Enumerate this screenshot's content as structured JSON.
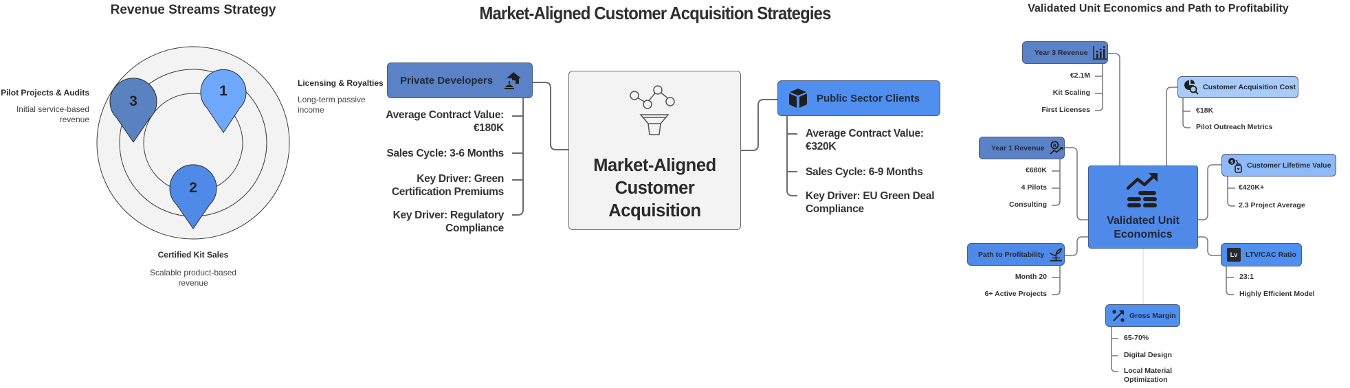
{
  "revenue_streams": {
    "title": "Revenue Streams Strategy",
    "pins": [
      {
        "number": "1",
        "label": "Licensing & Royalties",
        "description": "Long-term passive income",
        "desc_lines": [
          "Long-term passive",
          "income"
        ],
        "color": "#6fa8ff"
      },
      {
        "number": "2",
        "label": "Certified Kit Sales",
        "description": "Scalable product-based revenue",
        "desc_lines": [
          "Scalable product-based",
          "revenue"
        ],
        "color": "#4f8ae8"
      },
      {
        "number": "3",
        "label": "Pilot Projects & Audits",
        "description": "Initial service-based revenue",
        "desc_lines": [
          "Initial service-based",
          "revenue"
        ],
        "color": "#5b82c0"
      }
    ]
  },
  "acquisition": {
    "title": "Market-Aligned Customer Acquisition Strategies",
    "center": {
      "lines": [
        "Market-Aligned",
        "Customer",
        "Acquisition"
      ],
      "icon": "funnel-network-icon",
      "color": "#f3f3f3"
    },
    "private": {
      "label": "Private Developers",
      "icon": "house-construction-icon",
      "color": "#5b82c6",
      "items": [
        {
          "lines": [
            "Average Contract Value:",
            "€180K"
          ]
        },
        {
          "lines": [
            "Sales Cycle: 3-6 Months"
          ]
        },
        {
          "lines": [
            "Key Driver: Green",
            "Certification Premiums"
          ]
        },
        {
          "lines": [
            "Key Driver: Regulatory",
            "Compliance"
          ]
        }
      ]
    },
    "public": {
      "label": "Public Sector Clients",
      "icon": "cube-icon",
      "color": "#4f8ff0",
      "items": [
        {
          "lines": [
            "Average Contract Value:",
            "€320K"
          ]
        },
        {
          "lines": [
            "Sales Cycle: 6-9 Months"
          ]
        },
        {
          "lines": [
            "Key Driver: EU Green Deal",
            "Compliance"
          ]
        }
      ]
    }
  },
  "unit_economics": {
    "title": "Validated Unit Economics and Path to Profitability",
    "center": {
      "lines": [
        "Validated Unit",
        "Economics"
      ],
      "icon": "trend-up-coins-icon",
      "color": "#4f8ae8"
    },
    "nodes": {
      "year3": {
        "label": "Year 3 Revenue",
        "icon": "bar-chart-icon",
        "color": "#5b82c6",
        "items": [
          "€2.1M",
          "Kit Scaling",
          "First Licenses"
        ]
      },
      "year1": {
        "label": "Year 1 Revenue",
        "icon": "revenue-growth-icon",
        "color": "#5b82c6",
        "items": [
          "€680K",
          "4 Pilots",
          "Consulting"
        ]
      },
      "path": {
        "label": "Path to Profitability",
        "icon": "sprout-icon",
        "color": "#4f8ae8",
        "items": [
          "Month 20",
          "6+ Active Projects"
        ]
      },
      "cac": {
        "label": "Customer Acquisition Cost",
        "icon": "pie-search-icon",
        "color": "#a9cbf7",
        "items": [
          "€18K",
          "Pilot Outreach Metrics"
        ]
      },
      "clv": {
        "label": "Customer Lifetime Value",
        "icon": "dollar-bag-icon",
        "color": "#8fbaf7",
        "items": [
          "€420K+",
          "2.3 Project Average"
        ]
      },
      "ltv": {
        "label": "LTV/CAC Ratio",
        "icon": "ratio-icon",
        "icon_text": "Lv",
        "color": "#4f8ff0",
        "items": [
          "23:1",
          "Highly Efficient Model"
        ]
      },
      "gross": {
        "label": "Gross Margin",
        "icon": "percent-icon",
        "color": "#4f8ff0",
        "items": [
          "65-70%",
          "Digital Design",
          "Local Material Optimization"
        ],
        "last_item_lines": [
          "Local Material",
          "Optimization"
        ]
      }
    }
  }
}
